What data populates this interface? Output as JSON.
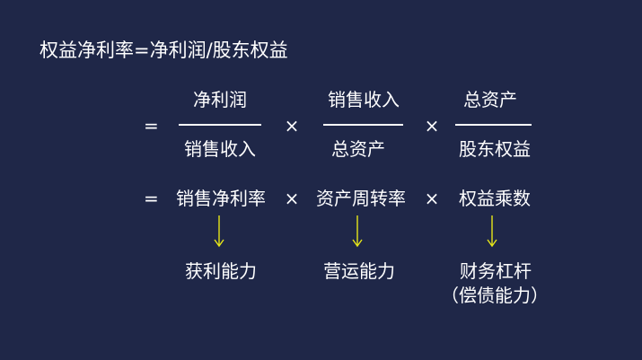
{
  "title": "权益净利率=净利润/股东权益",
  "equals_sign": "=",
  "times_sign": "×",
  "fractions": [
    {
      "numerator": "净利润",
      "denominator": "销售收入"
    },
    {
      "numerator": "销售收入",
      "denominator": "总资产"
    },
    {
      "numerator": "总资产",
      "denominator": "股东权益"
    }
  ],
  "ratios": [
    "销售净利率",
    "资产周转率",
    "权益乘数"
  ],
  "abilities": [
    "获利能力",
    "营运能力",
    "财务杠杆"
  ],
  "ability_note": "（偿债能力）",
  "colors": {
    "background": "#1f2748",
    "text": "#ffffff",
    "arrow": "#e6e619"
  }
}
